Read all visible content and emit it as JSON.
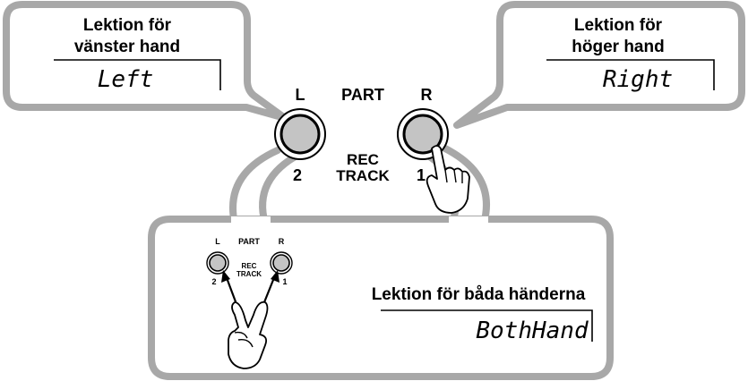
{
  "left_callout": {
    "title_line1": "Lektion för",
    "title_line2": "vänster hand",
    "display": "Left"
  },
  "right_callout": {
    "title_line1": "Lektion för",
    "title_line2": "höger hand",
    "display": "Right"
  },
  "panel": {
    "btn_left_label": "L",
    "part_label": "PART",
    "btn_right_label": "R",
    "btn_left_number": "2",
    "rec_label_line1": "REC",
    "rec_label_line2": "TRACK",
    "btn_right_number": "1"
  },
  "bottom_callout": {
    "mini_left_label": "L",
    "mini_part_label": "PART",
    "mini_right_label": "R",
    "mini_rec_line1": "REC",
    "mini_rec_line2": "TRACK",
    "mini_left_number": "2",
    "mini_right_number": "1",
    "title": "Lektion för båda händerna",
    "display": "BothHand"
  },
  "colors": {
    "callout_border": "#a8a8a8",
    "callout_fill": "#ffffff",
    "button_face": "#c4c4c4",
    "ink": "#000000"
  }
}
